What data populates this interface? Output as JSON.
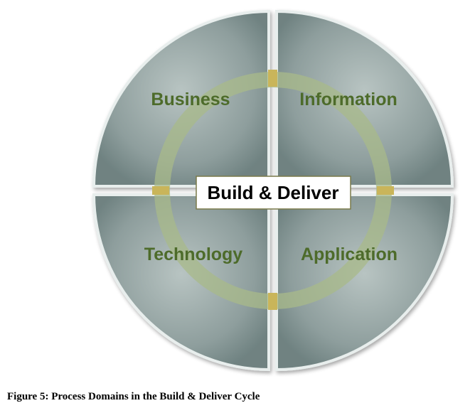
{
  "diagram": {
    "center_label": "Build & Deliver",
    "quadrants": [
      {
        "id": "business",
        "label": "Business"
      },
      {
        "id": "information",
        "label": "Information"
      },
      {
        "id": "technology",
        "label": "Technology"
      },
      {
        "id": "application",
        "label": "Application"
      }
    ],
    "colors": {
      "quadrant_fill_light": "#aebbb9",
      "quadrant_fill_dark": "#7f908f",
      "quadrant_stroke": "#e8eeed",
      "label_text": "#4d6b2a",
      "ring": "#9fae7c",
      "ring_gap_gold": "#c9b55a",
      "center_box_border": "#7a7a4a"
    }
  },
  "caption": "Figure 5: Process Domains in the Build & Deliver Cycle"
}
